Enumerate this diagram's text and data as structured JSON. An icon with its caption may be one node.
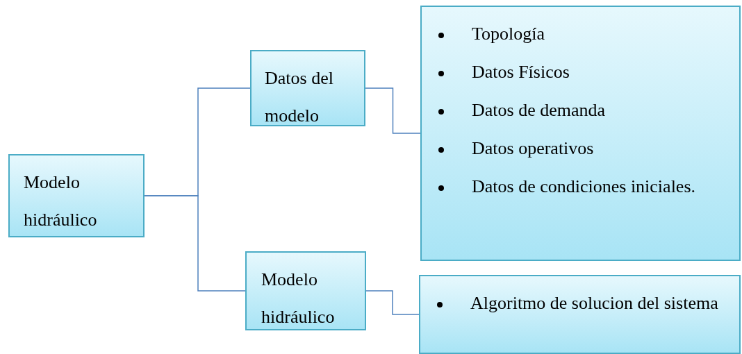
{
  "diagram": {
    "nodes": [
      {
        "text": [
          "Modelo hidráulico"
        ]
      },
      {
        "text": [
          "Datos del modelo"
        ]
      },
      {
        "text": [
          "Topología",
          "Datos Físicos",
          "Datos de demanda",
          "Datos operativos",
          "Datos de condiciones iniciales."
        ]
      },
      {
        "text": [
          "Modelo hidráulico"
        ]
      },
      {
        "text": [
          "Algoritmo de solucion del sistema"
        ]
      }
    ],
    "edges": [
      {
        "from": 0,
        "to": 1,
        "arrow": "none"
      },
      {
        "from": 0,
        "to": 3,
        "arrow": "none"
      },
      {
        "from": 1,
        "to": 2,
        "arrow": "none"
      },
      {
        "from": 3,
        "to": 4,
        "arrow": "none"
      }
    ]
  }
}
